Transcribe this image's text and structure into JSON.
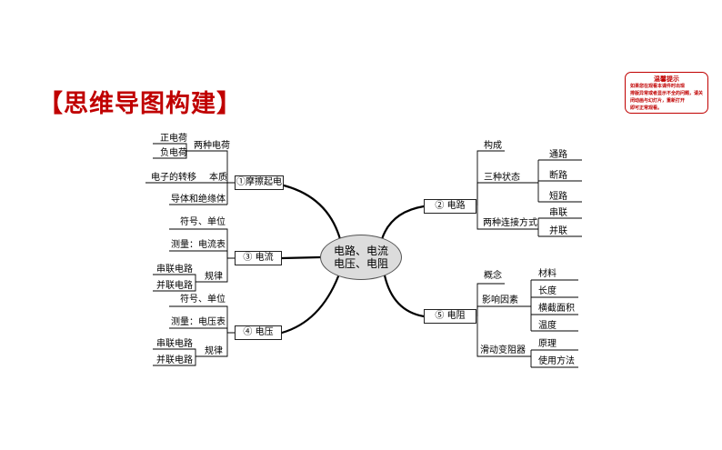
{
  "title": "【思维导图构建】",
  "tip": {
    "title": "温馨提示",
    "lines": [
      "如果您在观看本课件时出现",
      "排版异常或者显示不全的问题，请关",
      "闭动画与幻灯片，重新打开",
      "即可正常观看。"
    ]
  },
  "center": {
    "line1": "电路、电流",
    "line2": "电压、电阻"
  },
  "branch1": {
    "label": "①摩擦起电",
    "charges": "两种电荷",
    "pos": "正电荷",
    "neg": "负电荷",
    "transfer": "电子的转移",
    "essence": "本质",
    "materials": "导体和绝缘体"
  },
  "branch2": {
    "label": "② 电路",
    "parts": "构成",
    "states": "三种状态",
    "open": "通路",
    "broken": "断路",
    "short": "短路",
    "modes": "两种连接方式",
    "series": "串联",
    "parallel": "并联"
  },
  "branch3": {
    "label": "③ 电流",
    "symbol": "符号、单位",
    "measure": "测量：电流表",
    "series": "串联电路",
    "parallel": "并联电路",
    "law": "规律"
  },
  "branch4": {
    "label": "④ 电压",
    "symbol": "符号、单位",
    "measure": "测量：电压表",
    "series": "串联电路",
    "parallel": "并联电路",
    "law": "规律"
  },
  "branch5": {
    "label": "⑤ 电阻",
    "concept": "概念",
    "factors": "影响因素",
    "material": "材料",
    "length": "长度",
    "area": "横截面积",
    "temp": "温度",
    "rheostat": "滑动变阻器",
    "principle": "原理",
    "usage": "使用方法"
  }
}
